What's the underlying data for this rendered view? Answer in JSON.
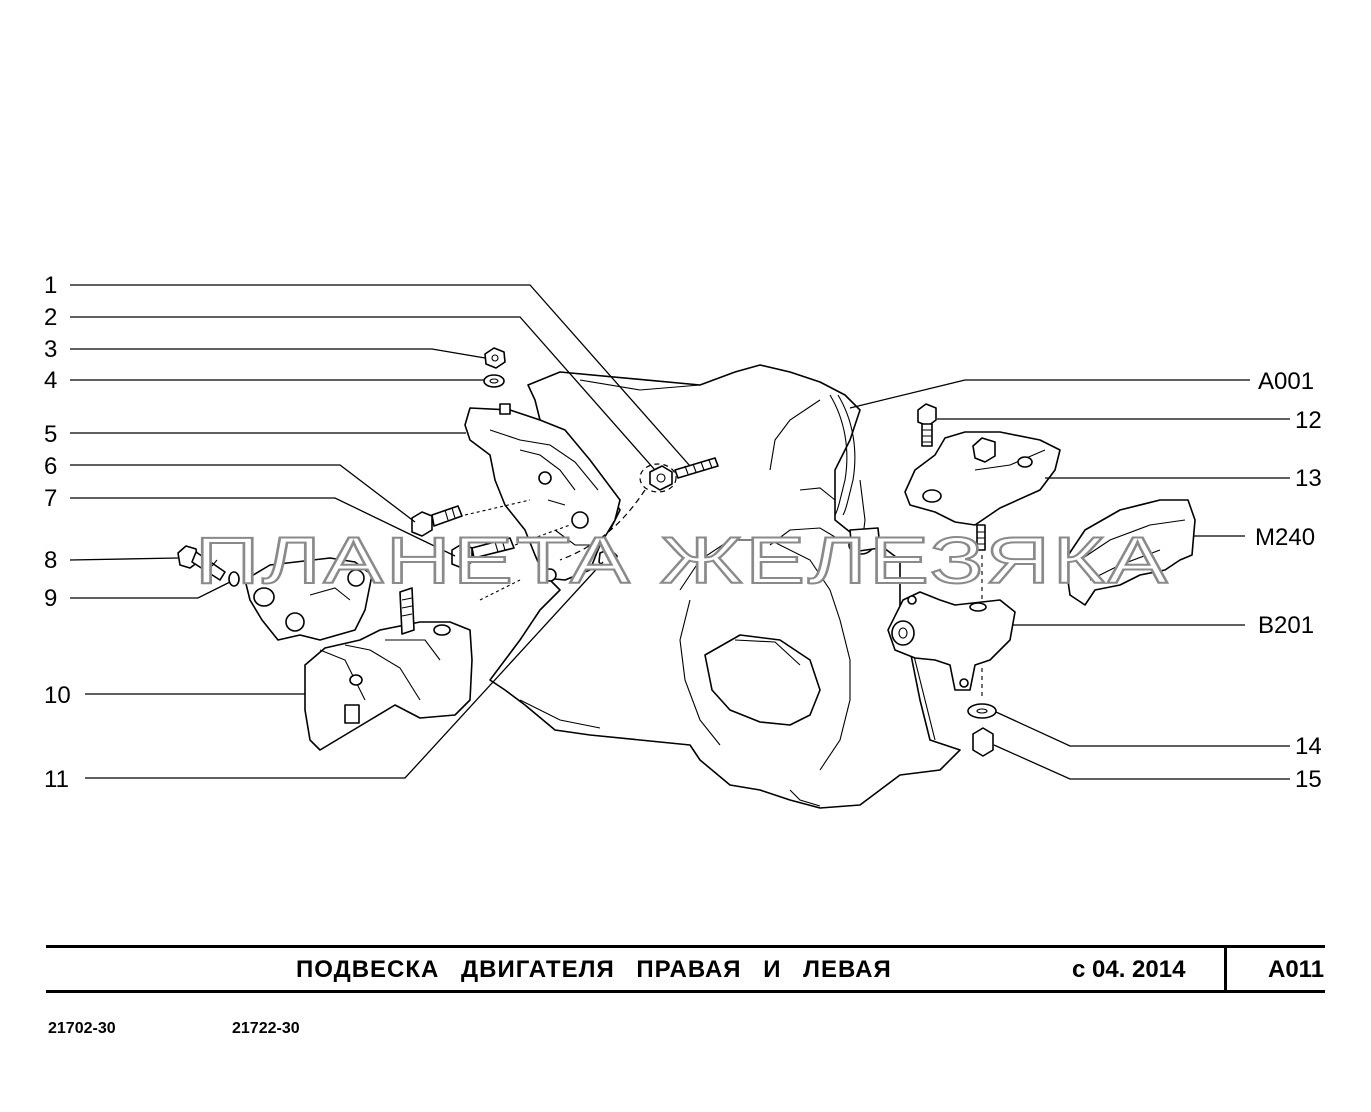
{
  "title": {
    "text": "ПОДВЕСКА ДВИГАТЕЛЯ ПРАВАЯ И ЛЕВАЯ",
    "date": "с 04. 2014",
    "code": "A011"
  },
  "models": [
    "21702-30",
    "21722-30"
  ],
  "watermark": "ПЛАНЕТА ЖЕЛЕЗЯКА",
  "callouts_left": [
    "1",
    "2",
    "3",
    "4",
    "5",
    "6",
    "7",
    "8",
    "9",
    "10",
    "11"
  ],
  "callouts_right": [
    "A001",
    "12",
    "13",
    "M240",
    "B201",
    "14",
    "15"
  ]
}
